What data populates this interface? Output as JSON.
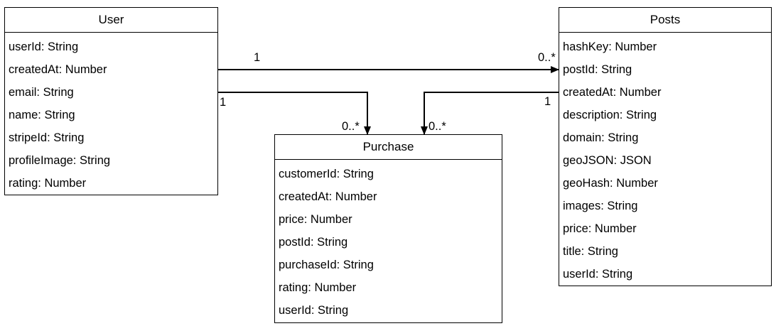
{
  "classes": {
    "user": {
      "name": "User",
      "attributes": [
        "userId: String",
        "createdAt: Number",
        "email: String",
        "name: String",
        "stripeId: String",
        "profileImage: String",
        "rating: Number"
      ]
    },
    "posts": {
      "name": "Posts",
      "attributes": [
        "hashKey: Number",
        "postId: String",
        "createdAt: Number",
        "description: String",
        "domain: String",
        "geoJSON: JSON",
        "geoHash: Number",
        "images: String",
        "price: Number",
        "title: String",
        "userId: String"
      ]
    },
    "purchase": {
      "name": "Purchase",
      "attributes": [
        "customerId: String",
        "createdAt: Number",
        "price: Number",
        "postId: String",
        "purchaseId: String",
        "rating: Number",
        "userId: String"
      ]
    }
  },
  "associations": {
    "user_posts": {
      "source": "User",
      "target": "Posts",
      "source_multiplicity": "1",
      "target_multiplicity": "0..*"
    },
    "user_purchase": {
      "source": "User",
      "target": "Purchase",
      "source_multiplicity": "1",
      "target_multiplicity": "0..*"
    },
    "posts_purchase": {
      "source": "Posts",
      "target": "Purchase",
      "source_multiplicity": "1",
      "target_multiplicity": "0..*"
    }
  },
  "colors": {
    "line": "#000000",
    "background": "#ffffff"
  }
}
